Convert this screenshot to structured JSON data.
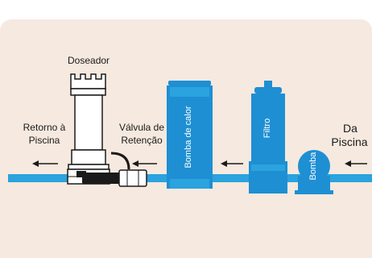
{
  "labels": {
    "doseador": "Doseador",
    "retorno_line1": "Retorno à",
    "retorno_line2": "Piscina",
    "valvula_line1": "Válvula de",
    "valvula_line2": "Retenção",
    "da_line1": "Da",
    "da_line2": "Piscina",
    "bomba_calor": "Bomba de calor",
    "filtro": "Filtro",
    "bomba": "Bomba"
  },
  "colors": {
    "background_panel": "#f6e9df",
    "water_blue": "#2aa3de",
    "unit_blue": "#1e8fd3",
    "doseador_white": "#ffffff",
    "outline": "#1a1a1a",
    "arrow": "#1a1a1a"
  }
}
